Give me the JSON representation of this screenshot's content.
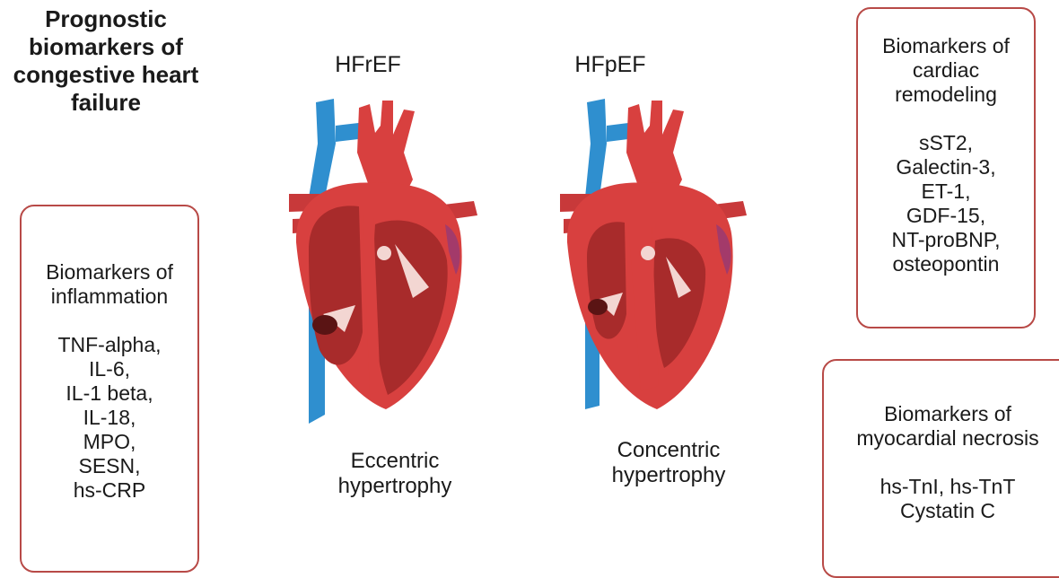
{
  "title": {
    "lines": [
      "Prognostic",
      "biomarkers of",
      "congestive heart",
      "failure"
    ]
  },
  "labels": {
    "hfref": "HFrEF",
    "hfpef": "HFpEF",
    "eccentric": [
      "Eccentric",
      "hypertrophy"
    ],
    "concentric": [
      "Concentric",
      "hypertrophy"
    ]
  },
  "boxes": {
    "inflammation": {
      "heading": [
        "Biomarkers of",
        "inflammation"
      ],
      "items": [
        "TNF-alpha,",
        "IL-6,",
        "IL-1 beta,",
        "IL-18,",
        "MPO,",
        "SESN,",
        "hs-CRP"
      ]
    },
    "remodeling": {
      "heading": [
        "Biomarkers of",
        "cardiac",
        "remodeling"
      ],
      "items": [
        "sST2,",
        "Galectin-3,",
        "ET-1,",
        "GDF-15,",
        "NT-proBNP,",
        "osteopontin"
      ]
    },
    "necrosis": {
      "heading": [
        "Biomarkers of",
        "myocardial necrosis"
      ],
      "items": [
        "hs-TnI, hs-TnT",
        "Cystatin C"
      ]
    }
  },
  "colors": {
    "box_border": "#b84a47",
    "vein_blue": "#2f8fcf",
    "heart_red": "#d8403f",
    "chamber_dark": "#a82b2b",
    "valve_pale": "#f3d6d2"
  },
  "icons": {
    "heart_left": "heart-eccentric-illustration",
    "heart_right": "heart-concentric-illustration"
  }
}
